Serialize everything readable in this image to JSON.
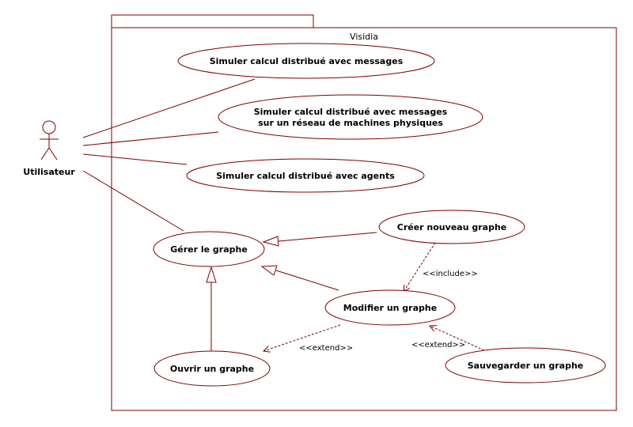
{
  "colors": {
    "line": "#800000",
    "fill": "#ffffff",
    "text": "#000000"
  },
  "package": {
    "name": "Visidia"
  },
  "actor": {
    "name": "Utilisateur"
  },
  "use_cases": {
    "sim_messages": "Simuler calcul distribué avec messages",
    "sim_physical_line1": "Simuler calcul distribué avec messages",
    "sim_physical_line2": "sur un réseau de machines physiques",
    "sim_agents": "Simuler calcul distribué avec agents",
    "manage_graph": "Gérer le graphe",
    "create_graph": "Créer nouveau graphe",
    "modify_graph": "Modifier un graphe",
    "open_graph": "Ouvrir un graphe",
    "save_graph": "Sauvegarder un graphe"
  },
  "stereotypes": {
    "include": "<<include>>",
    "extend_open": "<<extend>>",
    "extend_save": "<<extend>>"
  }
}
